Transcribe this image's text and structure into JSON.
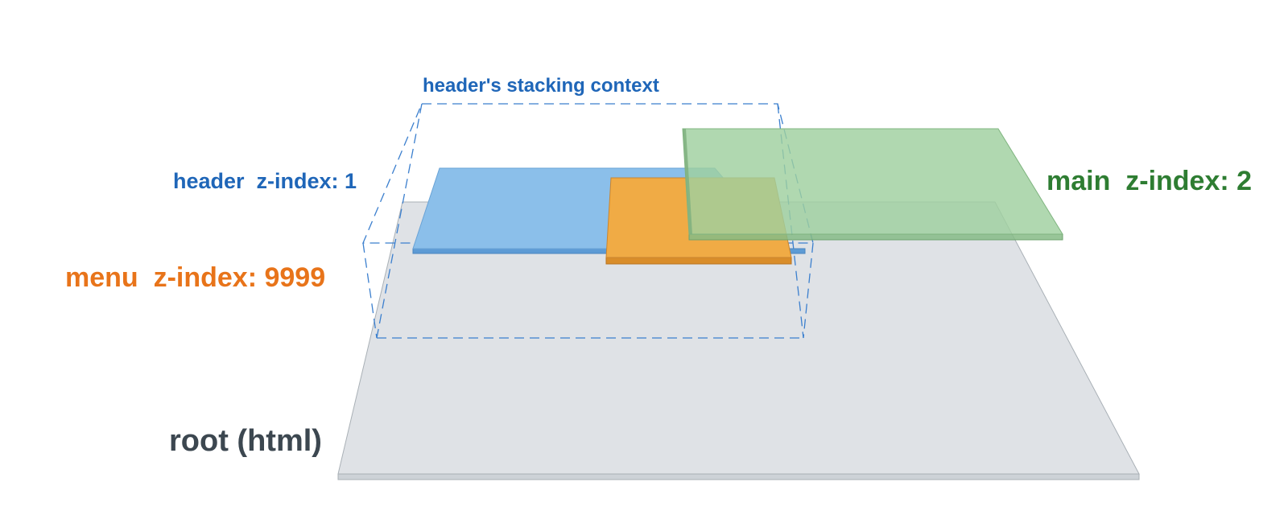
{
  "labels": {
    "stacking_context": "header's stacking context",
    "header": "header  z-index: 1",
    "main": "main  z-index: 2",
    "menu": "menu  z-index: 9999",
    "root": "root (html)"
  },
  "colors": {
    "context_blue": "#1f66b8",
    "header_fill": "#8bbfea",
    "menu_fill": "#f0ab45",
    "menu_label": "#e8741a",
    "main_fill": "#9fd09f",
    "main_label": "#2e7d32",
    "root_fill": "#dfe2e6",
    "root_label": "#3c4750"
  }
}
